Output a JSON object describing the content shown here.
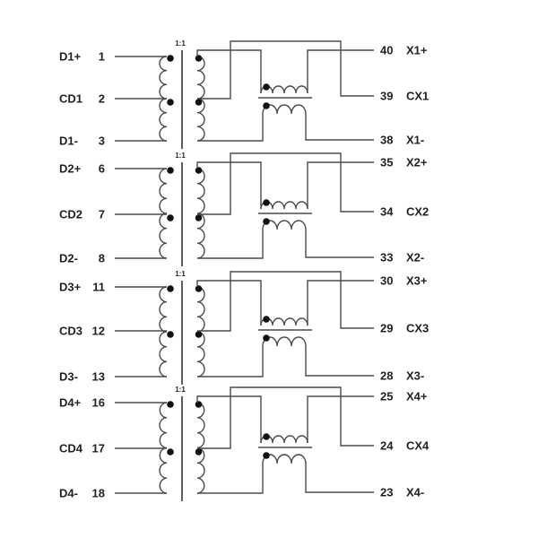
{
  "diagram": {
    "type": "schematic",
    "description": "Quad 1:1 isolation transformer with common-mode chokes, pinout diagram",
    "colors": {
      "background": "#ffffff",
      "wire": "#4a4a4a",
      "text": "#231f20",
      "dot": "#111111"
    },
    "channels": [
      {
        "ratio_label": "1:1",
        "left_pins": [
          {
            "label": "D1+",
            "pin": "1"
          },
          {
            "label": "CD1",
            "pin": "2"
          },
          {
            "label": "D1-",
            "pin": "3"
          }
        ],
        "right_pins": [
          {
            "pin": "40",
            "label": "X1+"
          },
          {
            "pin": "39",
            "label": "CX1"
          },
          {
            "pin": "38",
            "label": "X1-"
          }
        ]
      },
      {
        "ratio_label": "1:1",
        "left_pins": [
          {
            "label": "D2+",
            "pin": "6"
          },
          {
            "label": "CD2",
            "pin": "7"
          },
          {
            "label": "D2-",
            "pin": "8"
          }
        ],
        "right_pins": [
          {
            "pin": "35",
            "label": "X2+"
          },
          {
            "pin": "34",
            "label": "CX2"
          },
          {
            "pin": "33",
            "label": "X2-"
          }
        ]
      },
      {
        "ratio_label": "1:1",
        "left_pins": [
          {
            "label": "D3+",
            "pin": "11"
          },
          {
            "label": "CD3",
            "pin": "12"
          },
          {
            "label": "D3-",
            "pin": "13"
          }
        ],
        "right_pins": [
          {
            "pin": "30",
            "label": "X3+"
          },
          {
            "pin": "29",
            "label": "CX3"
          },
          {
            "pin": "28",
            "label": "X3-"
          }
        ]
      },
      {
        "ratio_label": "1:1",
        "left_pins": [
          {
            "label": "D4+",
            "pin": "16"
          },
          {
            "label": "CD4",
            "pin": "17"
          },
          {
            "label": "D4-",
            "pin": "18"
          }
        ],
        "right_pins": [
          {
            "pin": "25",
            "label": "X4+"
          },
          {
            "pin": "24",
            "label": "CX4"
          },
          {
            "pin": "23",
            "label": "X4-"
          }
        ]
      }
    ]
  }
}
